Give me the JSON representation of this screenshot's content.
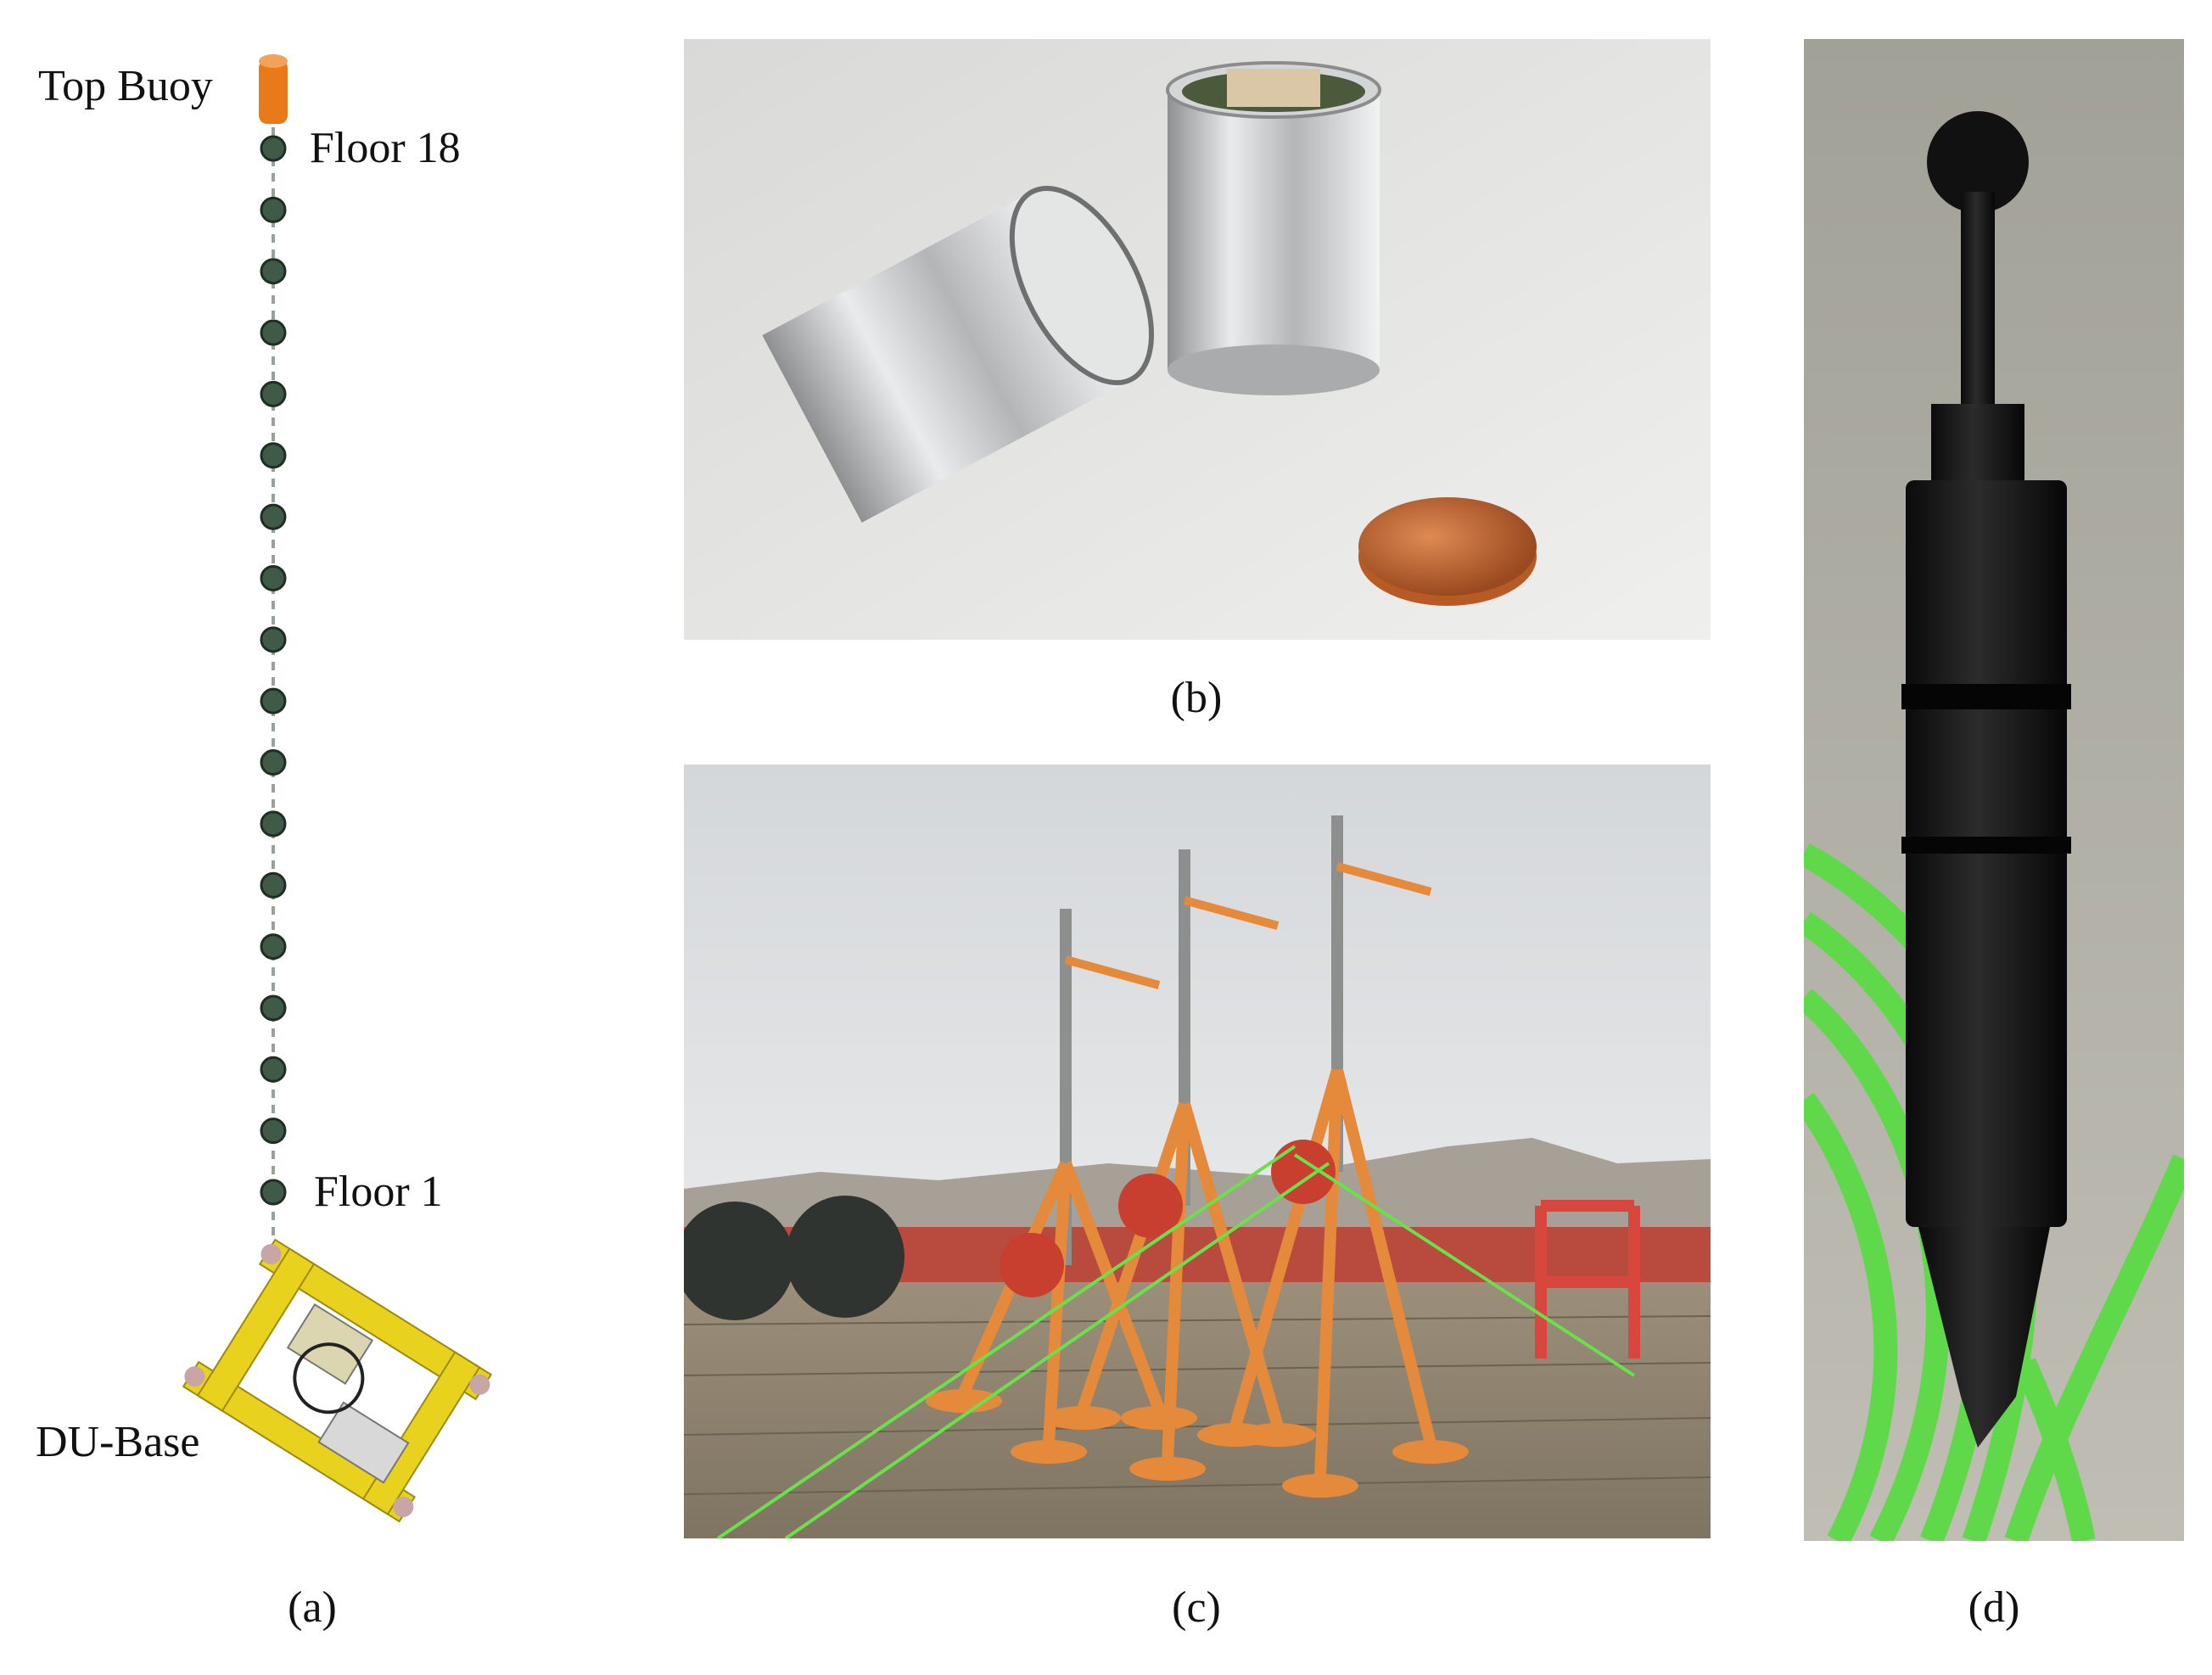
{
  "panel_a": {
    "label_top_buoy": "Top Buoy",
    "label_floor_18": "Floor 18",
    "label_floor_1": "Floor 1",
    "label_du_base": "DU-Base",
    "caption": "(a)"
  },
  "panel_b": {
    "caption": "(b)"
  },
  "panel_c": {
    "caption": "(c)"
  },
  "panel_d": {
    "caption": "(d)"
  },
  "colors": {
    "buoy": "#e87a1a",
    "floor_sphere": "#3f5a46",
    "base_frame": "#e8d21e",
    "aluminium": "#c8cacc",
    "coin": "#c0652c",
    "deck_frame": "#e58a3a",
    "cable_green": "#6ae04a",
    "connector": "#161616"
  }
}
